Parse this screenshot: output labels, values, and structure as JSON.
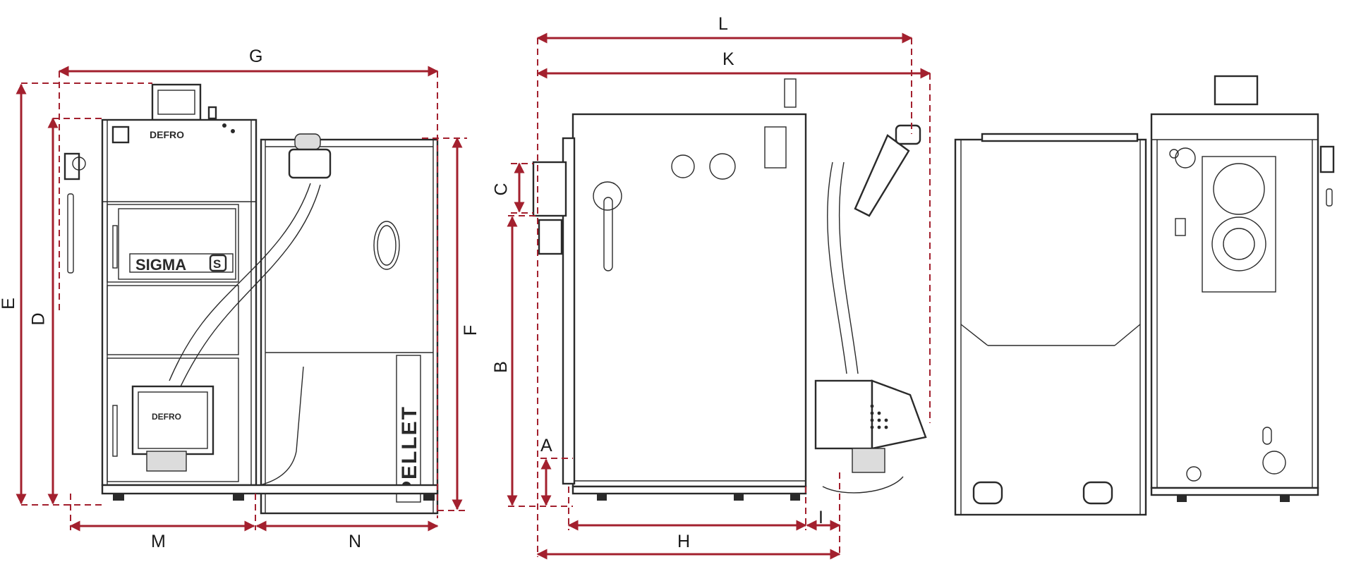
{
  "diagram": {
    "colors": {
      "dimension": "#a3202e",
      "outline": "#2a2a2a"
    },
    "labels": {
      "A": "A",
      "B": "B",
      "C": "C",
      "D": "D",
      "E": "E",
      "F": "F",
      "G": "G",
      "H": "H",
      "I": "I",
      "K": "K",
      "L": "L",
      "M": "M",
      "N": "N"
    },
    "branding": {
      "maker": "DEFRO",
      "model": "SIGMA",
      "model_badge": "S",
      "hopper": "PELLET"
    }
  }
}
